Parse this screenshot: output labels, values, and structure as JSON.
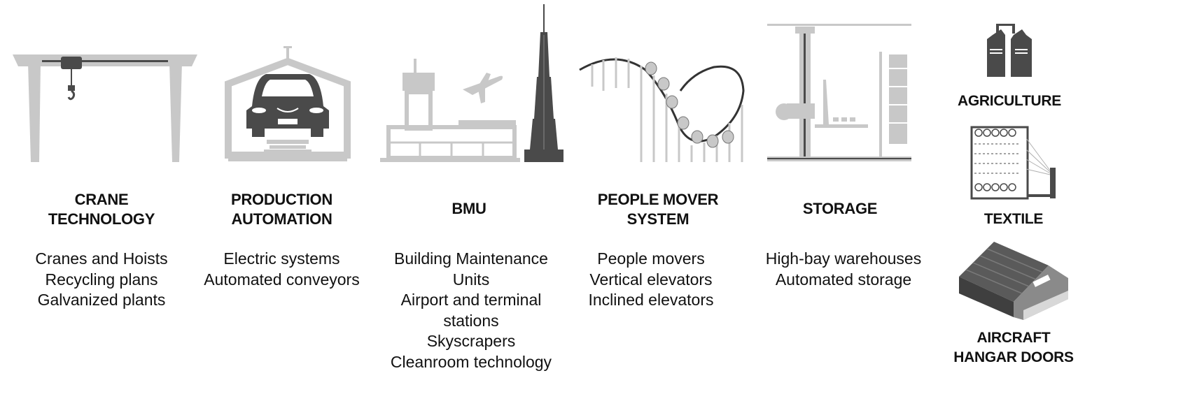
{
  "colors": {
    "light_gray": "#c8c8c8",
    "dark_gray": "#4a4a4a",
    "text": "#111111"
  },
  "columns": [
    {
      "title_lines": [
        "CRANE",
        "TECHNOLOGY"
      ],
      "items": [
        "Cranes and Hoists",
        "Recycling plans",
        "Galvanized plants"
      ],
      "icon": "gantry-crane-icon"
    },
    {
      "title_lines": [
        "PRODUCTION",
        "AUTOMATION"
      ],
      "items": [
        "Electric systems",
        "Automated conveyors"
      ],
      "icon": "car-production-icon"
    },
    {
      "title_lines": [
        "BMU"
      ],
      "items": [
        "Building Maintenance",
        "Units",
        "Airport and terminal",
        "stations",
        "Skyscrapers",
        "Cleanroom technology"
      ],
      "icon": "airport-skyscraper-icon"
    },
    {
      "title_lines": [
        "PEOPLE MOVER",
        "SYSTEM"
      ],
      "items": [
        "People movers",
        "Vertical elevators",
        "Inclined elevators"
      ],
      "icon": "roller-coaster-icon"
    },
    {
      "title_lines": [
        "STORAGE"
      ],
      "items": [
        "High-bay warehouses",
        "Automated storage"
      ],
      "icon": "warehouse-storage-icon"
    }
  ],
  "side": [
    {
      "title_lines": [
        "AGRICULTURE"
      ],
      "icon": "grain-silo-icon"
    },
    {
      "title_lines": [
        "TEXTILE"
      ],
      "icon": "textile-machine-icon"
    },
    {
      "title_lines": [
        "AIRCRAFT",
        "HANGAR DOORS"
      ],
      "icon": "aircraft-hangar-icon"
    }
  ]
}
